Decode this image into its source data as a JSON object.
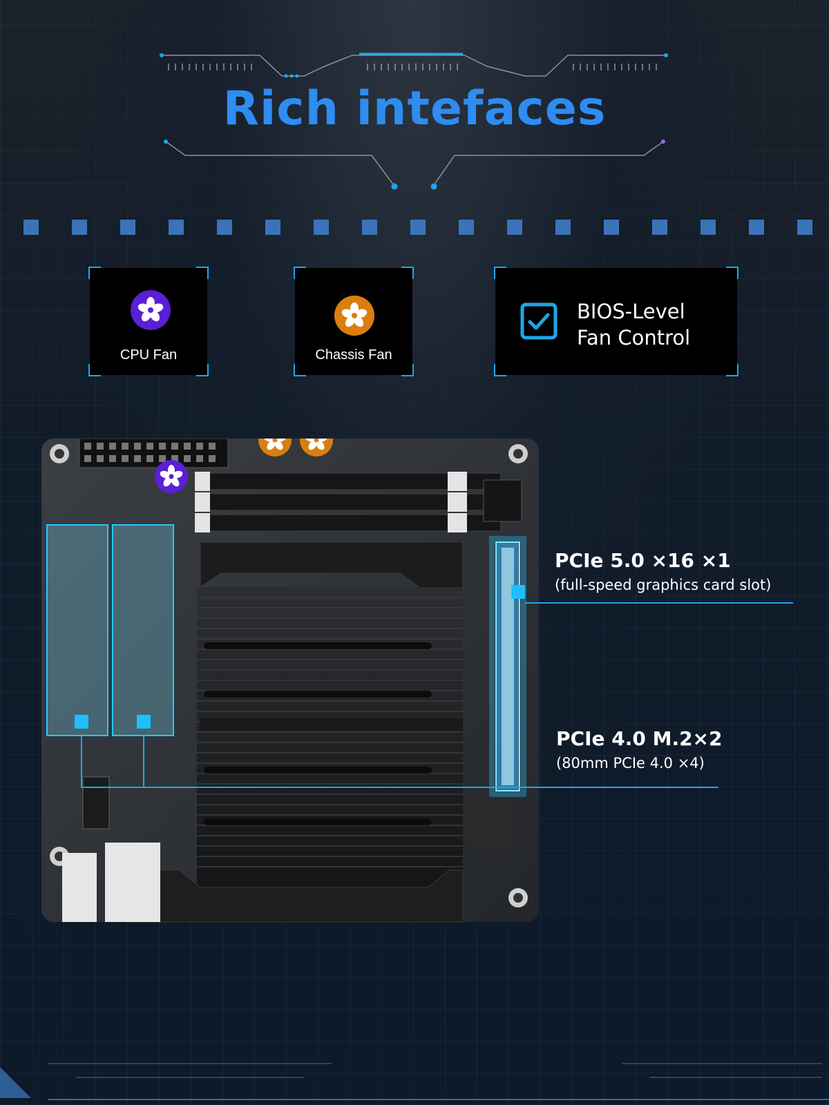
{
  "title": "Rich intefaces",
  "cards": {
    "cpu_fan": {
      "label": "CPU Fan",
      "icon": "fan-icon",
      "color": "#5a1fd6"
    },
    "chassis_fan": {
      "label": "Chassis Fan",
      "icon": "fan-icon",
      "color": "#d97f10"
    },
    "bios": {
      "line1": "BIOS-Level",
      "line2": "Fan Control",
      "icon": "checkbox-icon",
      "color": "#1ea7e8"
    }
  },
  "callouts": {
    "pcie5": {
      "title": "PCIe 5.0 ×16 ×1",
      "subtitle": "(full-speed graphics card slot)"
    },
    "m2": {
      "title": "PCIe 4.0 M.2×2",
      "subtitle": "(80mm PCIe 4.0 ×4)"
    }
  },
  "colors": {
    "accent": "#1ea7e8",
    "title": "#2f8cf0",
    "background": "#0c1624"
  }
}
